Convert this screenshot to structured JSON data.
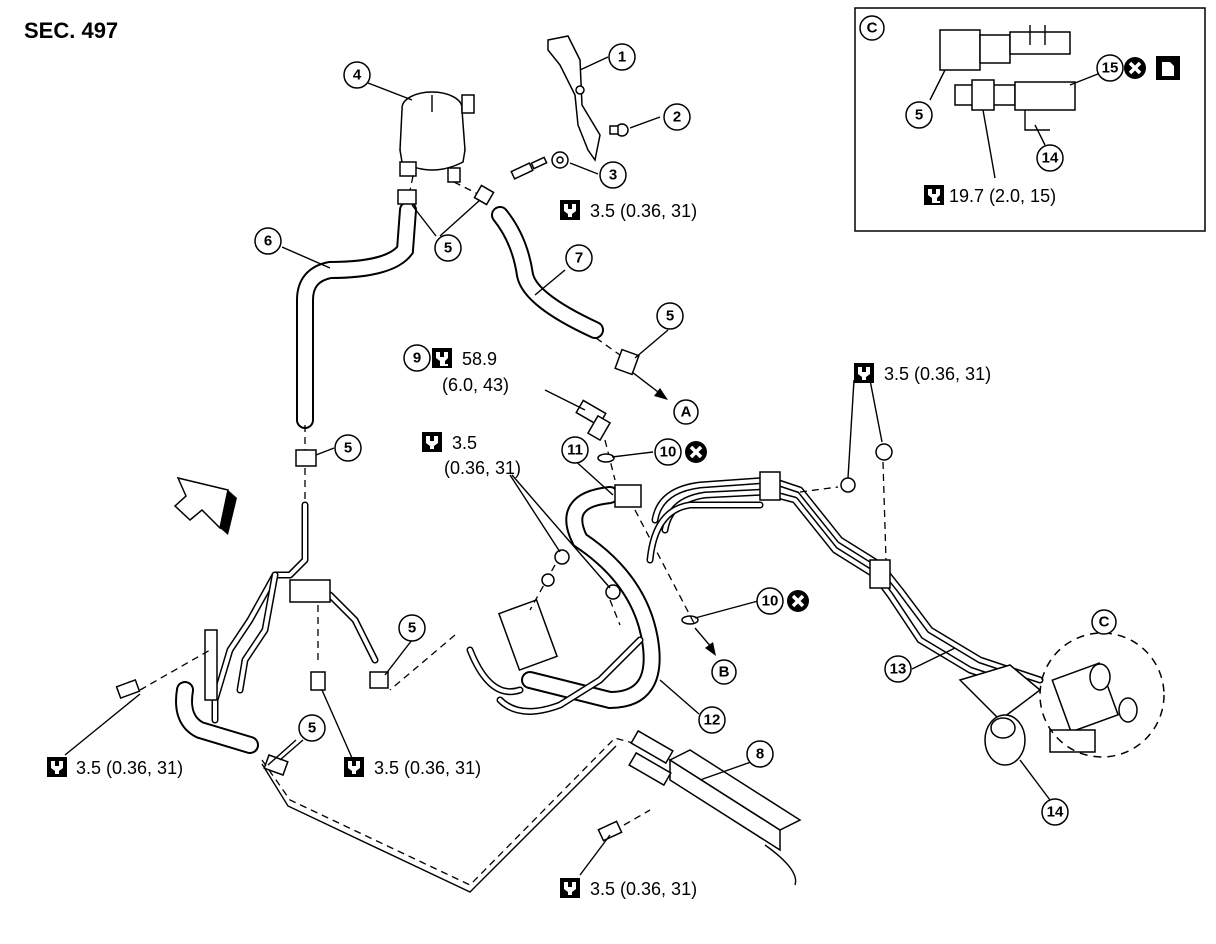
{
  "section": "SEC. 497",
  "callouts": [
    {
      "id": "1",
      "label": "1"
    },
    {
      "id": "2",
      "label": "2"
    },
    {
      "id": "3",
      "label": "3"
    },
    {
      "id": "4",
      "label": "4"
    },
    {
      "id": "5",
      "label": "5"
    },
    {
      "id": "6",
      "label": "6"
    },
    {
      "id": "7",
      "label": "7"
    },
    {
      "id": "8",
      "label": "8"
    },
    {
      "id": "9",
      "label": "9"
    },
    {
      "id": "10",
      "label": "10"
    },
    {
      "id": "11",
      "label": "11"
    },
    {
      "id": "12",
      "label": "12"
    },
    {
      "id": "13",
      "label": "13"
    },
    {
      "id": "14",
      "label": "14"
    },
    {
      "id": "15",
      "label": "15"
    }
  ],
  "refs": {
    "A": "A",
    "B": "B",
    "C": "C"
  },
  "torques": {
    "t1": "3.5 (0.36, 31)",
    "t2_line1": "58.9",
    "t2_line2": "(6.0, 43)",
    "t3_line1": "3.5",
    "t3_line2": "(0.36, 31)",
    "t4": "3.5 (0.36, 31)",
    "t5": "3.5 (0.36, 31)",
    "t6": "3.5 (0.36, 31)",
    "t7": "3.5 (0.36, 31)",
    "t8": "19.7 (2.0, 15)"
  }
}
